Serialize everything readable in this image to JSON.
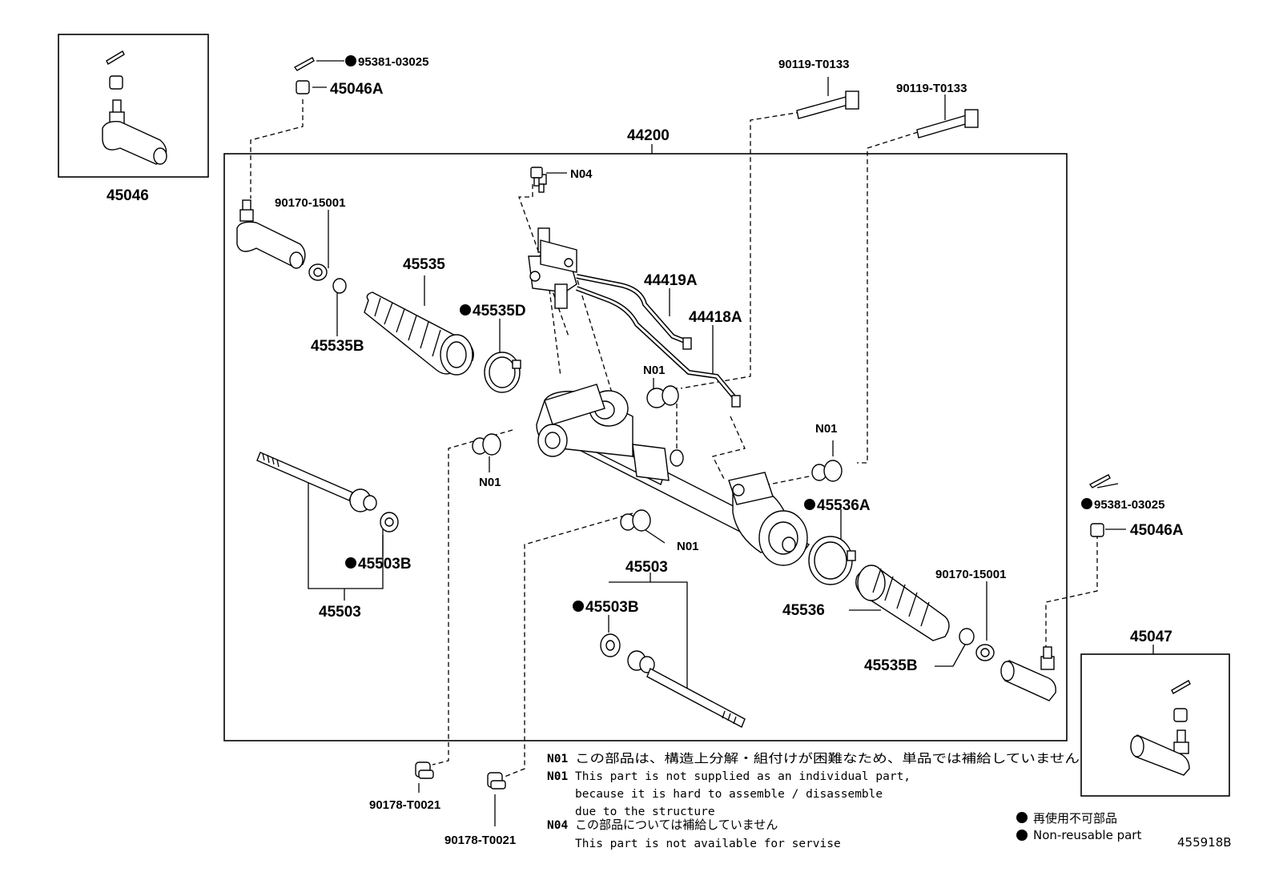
{
  "parts": {
    "p45046": "45046",
    "p95381_top": "95381-03025",
    "p45046A_top": "45046A",
    "p44200": "44200",
    "p90119_a": "90119-T0133",
    "p90119_b": "90119-T0133",
    "pN04": "N04",
    "p90170_left": "90170-15001",
    "p45535": "45535",
    "p44419A": "44419A",
    "p44418A": "44418A",
    "p45535D": "45535D",
    "p45535B_left": "45535B",
    "pN01_upper": "N01",
    "pN01_right": "N01",
    "pN01_left": "N01",
    "p45536A": "45536A",
    "pN01_lower": "N01",
    "p95381_right": "95381-03025",
    "p45046A_right": "45046A",
    "p45503B_left": "45503B",
    "p45503_left": "45503",
    "p45503_center": "45503",
    "p45503B_center": "45503B",
    "p90170_right": "90170-15001",
    "p45536": "45536",
    "p45535B_right": "45535B",
    "p45047": "45047",
    "p90178_left": "90178-T0021",
    "p90178_center": "90178-T0021"
  },
  "notes": {
    "n01_code_jp": "N01",
    "n01_jp": "この部品は、構造上分解・組付けが困難なため、単品では補給していません",
    "n01_code_en": "N01",
    "n01_en_1": "This part is not supplied as an individual part,",
    "n01_en_2": "because it is hard to assemble / disassemble",
    "n01_en_3": "due to the structure",
    "n04_code_jp": "N04",
    "n04_jp": "この部品については補給していません",
    "n04_en": "This part is not available for servise"
  },
  "legend": {
    "jp": "再使用不可部品",
    "en": "Non-reusable part"
  },
  "diagram_id": "455918B"
}
